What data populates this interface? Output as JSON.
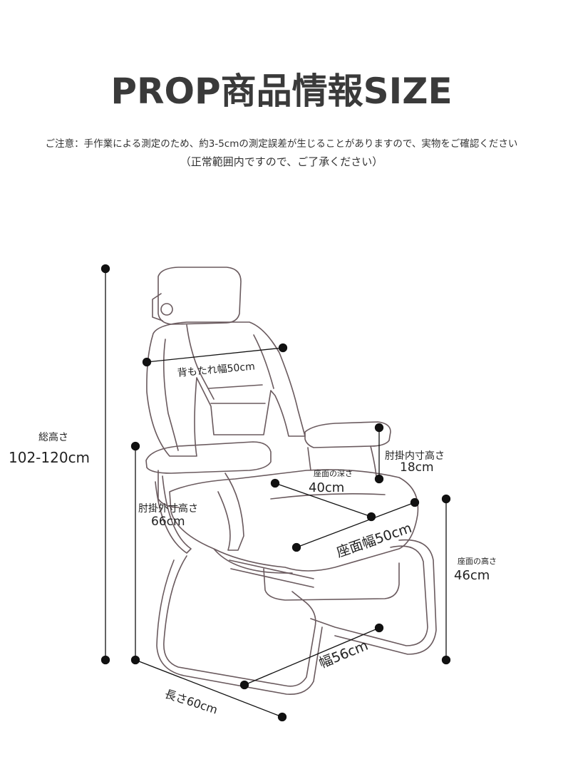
{
  "title": "PROP商品情報SIZE",
  "notice": {
    "line1": "ご注意：手作業による測定のため、約3-5cmの測定誤差が生じることがありますので、実物をご確認ください",
    "line2": "（正常範囲内ですので、ご了承ください）"
  },
  "dimensions": {
    "total_height_label": "総高さ",
    "total_height_value": "102-120cm",
    "backrest_width": "背もたれ幅50cm",
    "armrest_inner_label": "肘掛内寸高さ",
    "armrest_inner_value": "18cm",
    "seat_depth_label": "座面の深さ",
    "seat_depth_value": "40cm",
    "armrest_outer_label": "肘掛外寸高さ",
    "armrest_outer_value": "66cm",
    "seat_width": "座面幅50cm",
    "seat_height_label": "座面の高さ",
    "seat_height_value": "46cm",
    "width": "幅56cm",
    "length": "長さ60cm"
  }
}
